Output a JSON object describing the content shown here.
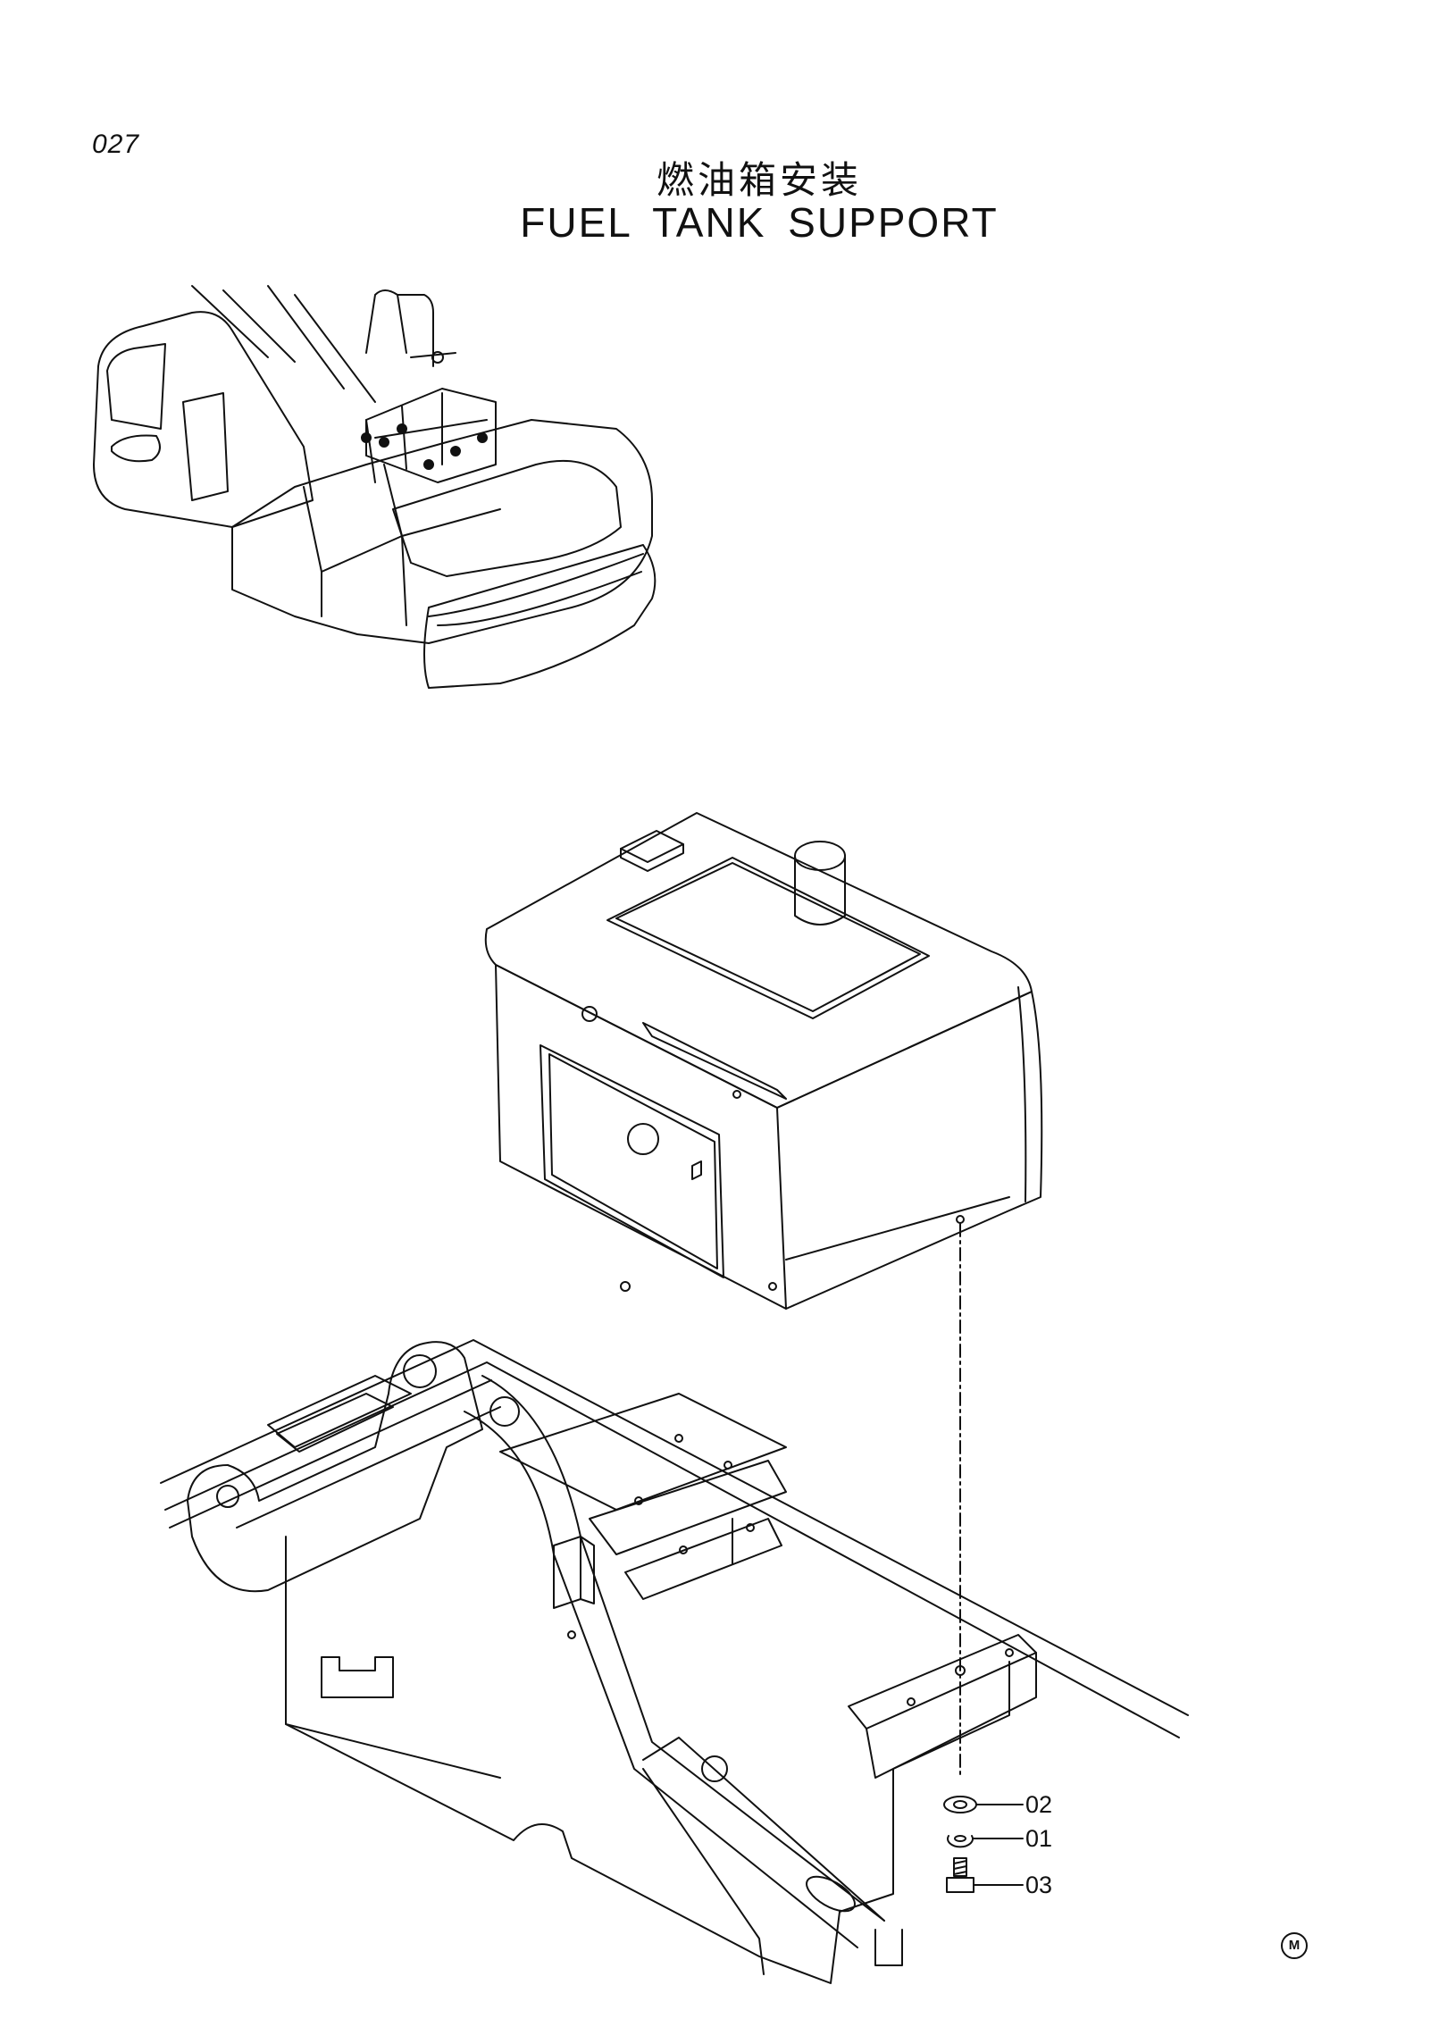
{
  "page": {
    "number": "027",
    "title_cn": "燃油箱安装",
    "title_en": "FUEL TANK SUPPORT",
    "corner_mark": "M"
  },
  "parts": [
    {
      "id": "02",
      "label": "02",
      "icon": "washer-icon"
    },
    {
      "id": "01",
      "label": "01",
      "icon": "spring-washer-icon"
    },
    {
      "id": "03",
      "label": "03",
      "icon": "bolt-icon"
    }
  ],
  "colors": {
    "line": "#111111",
    "background": "#ffffff"
  }
}
